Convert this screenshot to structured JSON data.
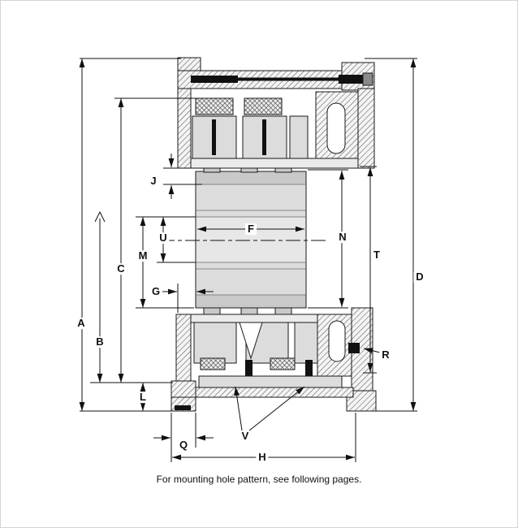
{
  "diagram": {
    "caption": "For mounting hole pattern, see following pages.",
    "labels": {
      "A": "A",
      "B": "B",
      "C": "C",
      "D": "D",
      "F": "F",
      "G": "G",
      "H": "H",
      "J": "J",
      "L": "L",
      "M": "M",
      "N": "N",
      "Q": "Q",
      "R": "R",
      "T": "T",
      "U": "U",
      "V": "V"
    },
    "colors": {
      "line": "#1a1a1a",
      "fill_light": "#dcdcdc",
      "fill_band": "#c9c9c9",
      "background": "#ffffff"
    }
  }
}
